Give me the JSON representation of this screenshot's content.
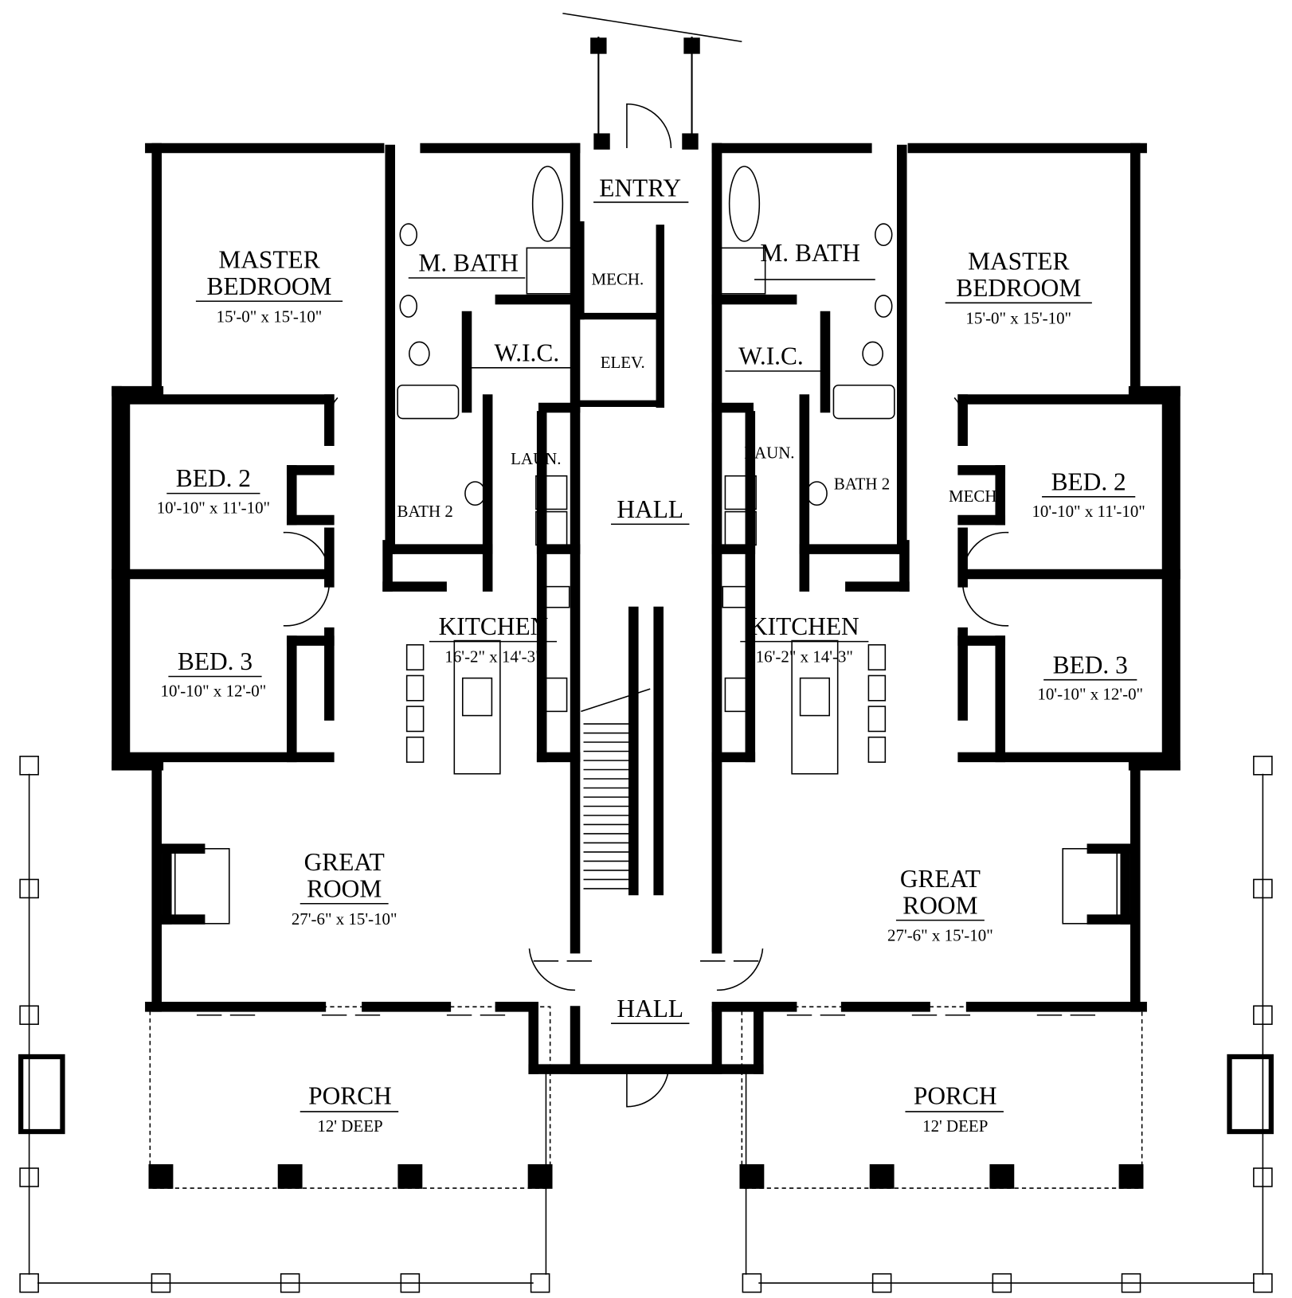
{
  "center": {
    "entry": "ENTRY",
    "mech": "MECH.",
    "elev": "ELEV.",
    "hall_upper": "HALL",
    "hall_lower": "HALL"
  },
  "left_unit": {
    "master_line1": "MASTER",
    "master_line2": "BEDROOM",
    "master_dims": "15'-0\" x 15'-10\"",
    "m_bath": "M. BATH",
    "wic": "W.I.C.",
    "bed2": "BED. 2",
    "bed2_dims": "10'-10\" x 11'-10\"",
    "bed3": "BED. 3",
    "bed3_dims": "10'-10\" x 12'-0\"",
    "laun": "LAUN.",
    "bath2": "BATH 2",
    "kitchen": "KITCHEN",
    "kitchen_dims": "16'-2\" x 14'-3\"",
    "great_line1": "GREAT",
    "great_line2": "ROOM",
    "great_dims": "27'-6\" x 15'-10\"",
    "porch": "PORCH",
    "porch_depth": "12' DEEP"
  },
  "right_unit": {
    "master_line1": "MASTER",
    "master_line2": "BEDROOM",
    "master_dims": "15'-0\" x 15'-10\"",
    "m_bath": "M. BATH",
    "wic": "W.I.C.",
    "mech": "MECH",
    "bed2": "BED. 2",
    "bed2_dims": "10'-10\" x 11'-10\"",
    "bed3": "BED. 3",
    "bed3_dims": "10'-10\" x 12'-0\"",
    "laun": "LAUN.",
    "bath2": "BATH 2",
    "kitchen": "KITCHEN",
    "kitchen_dims": "16'-2\" x 14'-3\"",
    "great_line1": "GREAT",
    "great_line2": "ROOM",
    "great_dims": "27'-6\" x 15'-10\"",
    "porch": "PORCH",
    "porch_depth": "12' DEEP"
  }
}
